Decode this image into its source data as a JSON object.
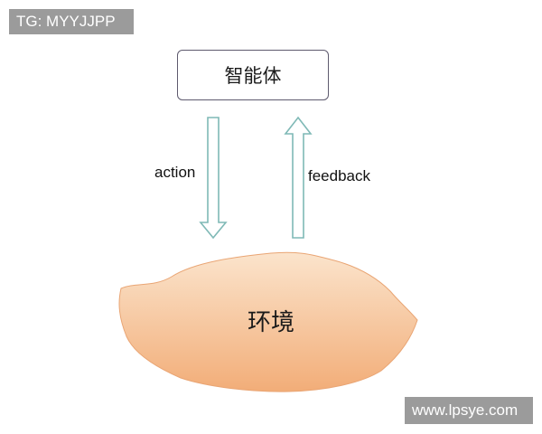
{
  "watermarks": {
    "top": "TG: MYYJJPP",
    "bottom": "www.lpsye.com"
  },
  "diagram": {
    "agent_label": "智能体",
    "environment_label": "环境",
    "action_label": "action",
    "feedback_label": "feedback"
  },
  "colors": {
    "arrow_stroke": "#7fb9b6",
    "arrow_fill": "#ffffff",
    "box_border": "#5e5a6e",
    "environment_fill_light": "#fbe4cc",
    "environment_fill_dark": "#f2ad78",
    "watermark_bg": "#9b9b9b"
  }
}
